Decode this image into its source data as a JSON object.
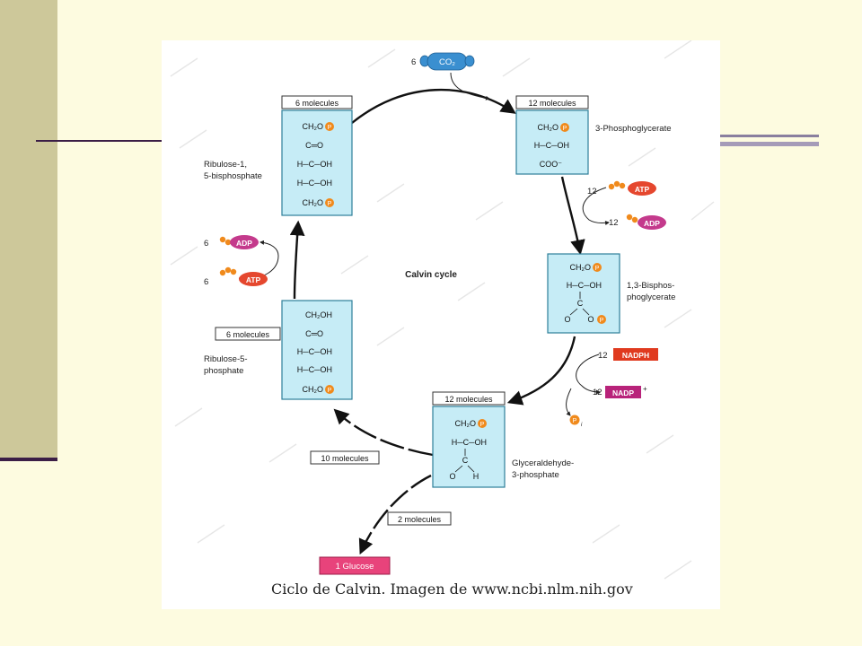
{
  "caption": "Ciclo de Calvin. Imagen de www.ncbi.nlm.nih.gov",
  "cycle_title": "Calvin cycle",
  "co2": {
    "count": "6",
    "label": "CO₂"
  },
  "compounds": {
    "ribulose_bisphosphate": {
      "count": "6 molecules",
      "name_l1": "Ribulose-1,",
      "name_l2": "5-bisphosphate",
      "lines": [
        "CH₂O",
        "C═O",
        "H─C─OH",
        "H─C─OH",
        "CH₂O"
      ]
    },
    "phosphoglycerate": {
      "count": "12 molecules",
      "name": "3-Phosphoglycerate",
      "lines": [
        "CH₂O",
        "H─C─OH",
        "COO⁻"
      ]
    },
    "bisphosphoglycerate": {
      "name_l1": "1,3-Bisphos-",
      "name_l2": "phoglycerate",
      "lines": [
        "CH₂O",
        "H─C─OH",
        "C",
        "O",
        "O"
      ]
    },
    "glyceraldehyde": {
      "count": "12 molecules",
      "name_l1": "Glyceraldehyde-",
      "name_l2": "3-phosphate",
      "lines": [
        "CH₂O",
        "H─C─OH",
        "C",
        "O",
        "H"
      ]
    },
    "ribulose_phosphate": {
      "count": "6 molecules",
      "name_l1": "Ribulose-5-",
      "name_l2": "phosphate",
      "lines": [
        "CH₂OH",
        "C═O",
        "H─C─OH",
        "H─C─OH",
        "CH₂O"
      ]
    }
  },
  "cofactors": {
    "atp_in": {
      "count": "12",
      "label": "ATP"
    },
    "adp_out": {
      "count": "12",
      "label": "ADP"
    },
    "nadph_in": {
      "count": "12",
      "label": "NADPH"
    },
    "nadp_out": {
      "count": "12",
      "label": "NADP",
      "sup": "+"
    },
    "pi": {
      "label": "P",
      "sub": "i"
    },
    "adp_left": {
      "count": "6",
      "label": "ADP"
    },
    "atp_left": {
      "count": "6",
      "label": "ATP"
    }
  },
  "branches": {
    "ten": "10 molecules",
    "two": "2 molecules"
  },
  "glucose": "1 Glucose",
  "phosphate_symbol": "P",
  "colors": {
    "box_fill": "#c6ecf6",
    "phosphate": "#f08a1c",
    "atp": "#e5472e",
    "adp": "#c43a8c",
    "nadph": "#e03a1f",
    "nadp": "#b8237a",
    "glucose": "#e8437b",
    "co2": "#3a8fd0"
  }
}
